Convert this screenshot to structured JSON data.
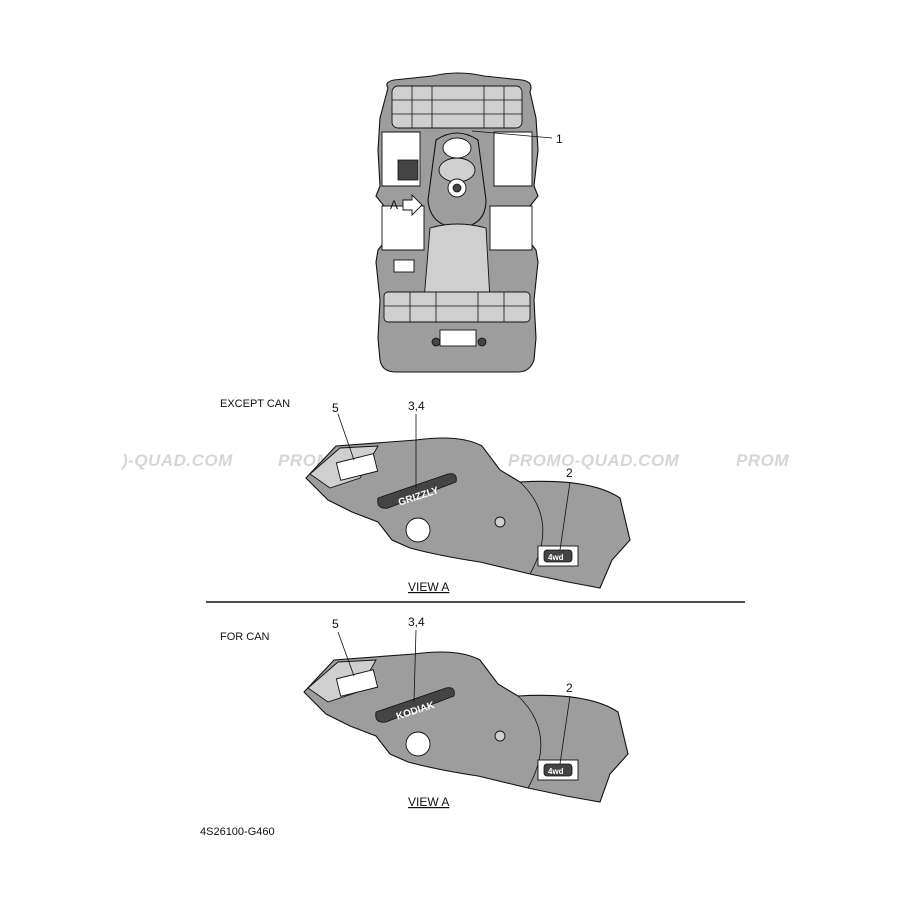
{
  "callouts": {
    "top_1": "1",
    "view_a_marker": "A",
    "except_5": "5",
    "except_34": "3,4",
    "except_2": "2",
    "for_5": "5",
    "for_34": "3,4",
    "for_2": "2"
  },
  "sections": {
    "except_can": "EXCEPT CAN",
    "for_can": "FOR CAN"
  },
  "views": {
    "except_view": "VIEW A",
    "for_view": "VIEW A"
  },
  "watermark": {
    "w1": ")-QUAD.COM",
    "w2": "PROMO-QUAD.COM",
    "w3": "PROMO-QUAD.COM",
    "w4": "PROM"
  },
  "decals": {
    "except_brand": "GRIZZLY",
    "for_brand": "KODIAK",
    "badge_4wd": "4wd"
  },
  "footer": {
    "code": "4S26100-G460"
  }
}
